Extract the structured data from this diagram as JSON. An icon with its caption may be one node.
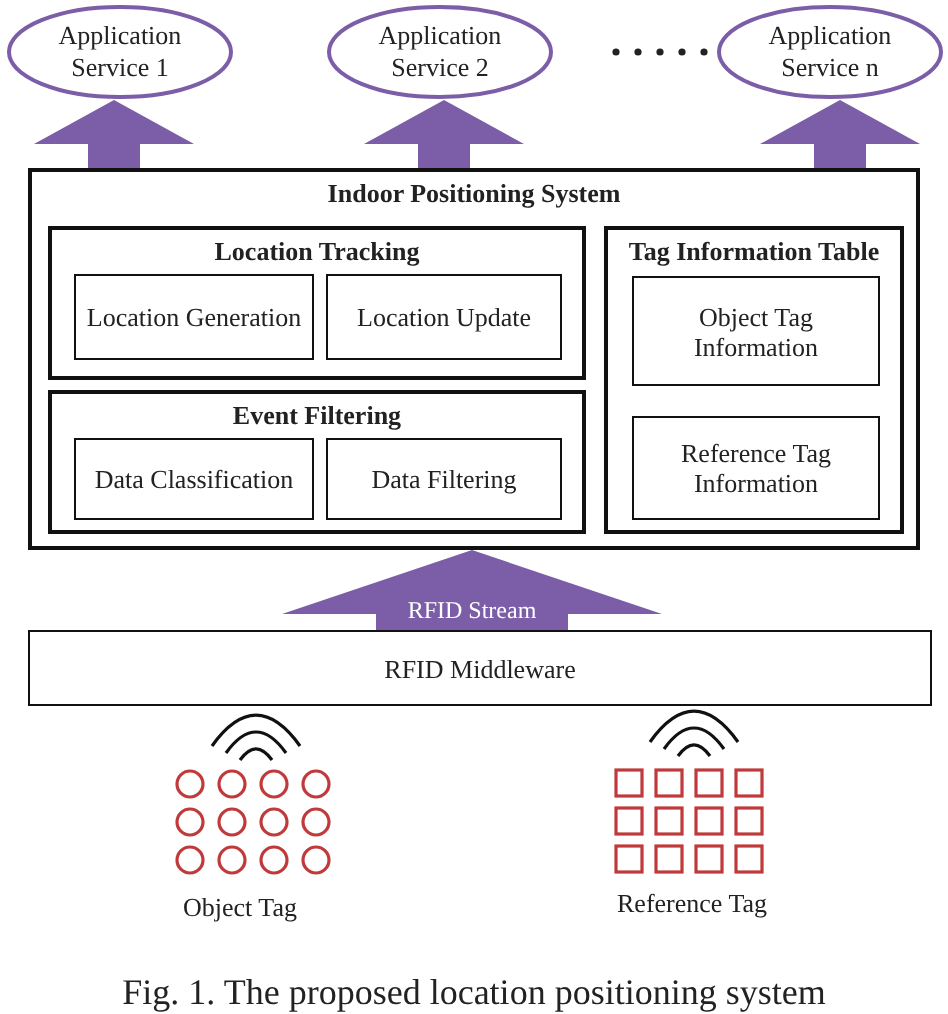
{
  "diagram": {
    "caption": "Fig. 1. The proposed location positioning system",
    "nodes": [
      {
        "text": [
          "Application Service 1"
        ]
      },
      {
        "text": [
          "Application Service 2"
        ]
      },
      {
        "text": [
          "Application Service n"
        ]
      },
      {
        "text": [
          "Indoor Positioning System"
        ]
      },
      {
        "text": [
          "Location Tracking"
        ],
        "in": 3
      },
      {
        "text": [
          "Location Generation"
        ],
        "in": 4
      },
      {
        "text": [
          "Location Update"
        ],
        "in": 4
      },
      {
        "text": [
          "Event Filtering"
        ],
        "in": 3
      },
      {
        "text": [
          "Data Classification"
        ],
        "in": 7
      },
      {
        "text": [
          "Data Filtering"
        ],
        "in": 7
      },
      {
        "text": [
          "Tag Information Table"
        ],
        "in": 3
      },
      {
        "text": [
          "Object Tag Information"
        ],
        "in": 10
      },
      {
        "text": [
          "Reference Tag Information"
        ],
        "in": 10
      },
      {
        "text": [
          "RFID Middleware"
        ]
      }
    ],
    "edges": [
      {
        "from": 3,
        "to": 0,
        "arrow": "to"
      },
      {
        "from": 3,
        "to": 1,
        "arrow": "to"
      },
      {
        "from": 3,
        "to": 2,
        "arrow": "to"
      },
      {
        "from": 13,
        "to": 3,
        "arrow": "to",
        "style": "thick",
        "label": "RFID Stream"
      }
    ],
    "labels": [
      "Object Tag",
      "Reference Tag"
    ]
  }
}
